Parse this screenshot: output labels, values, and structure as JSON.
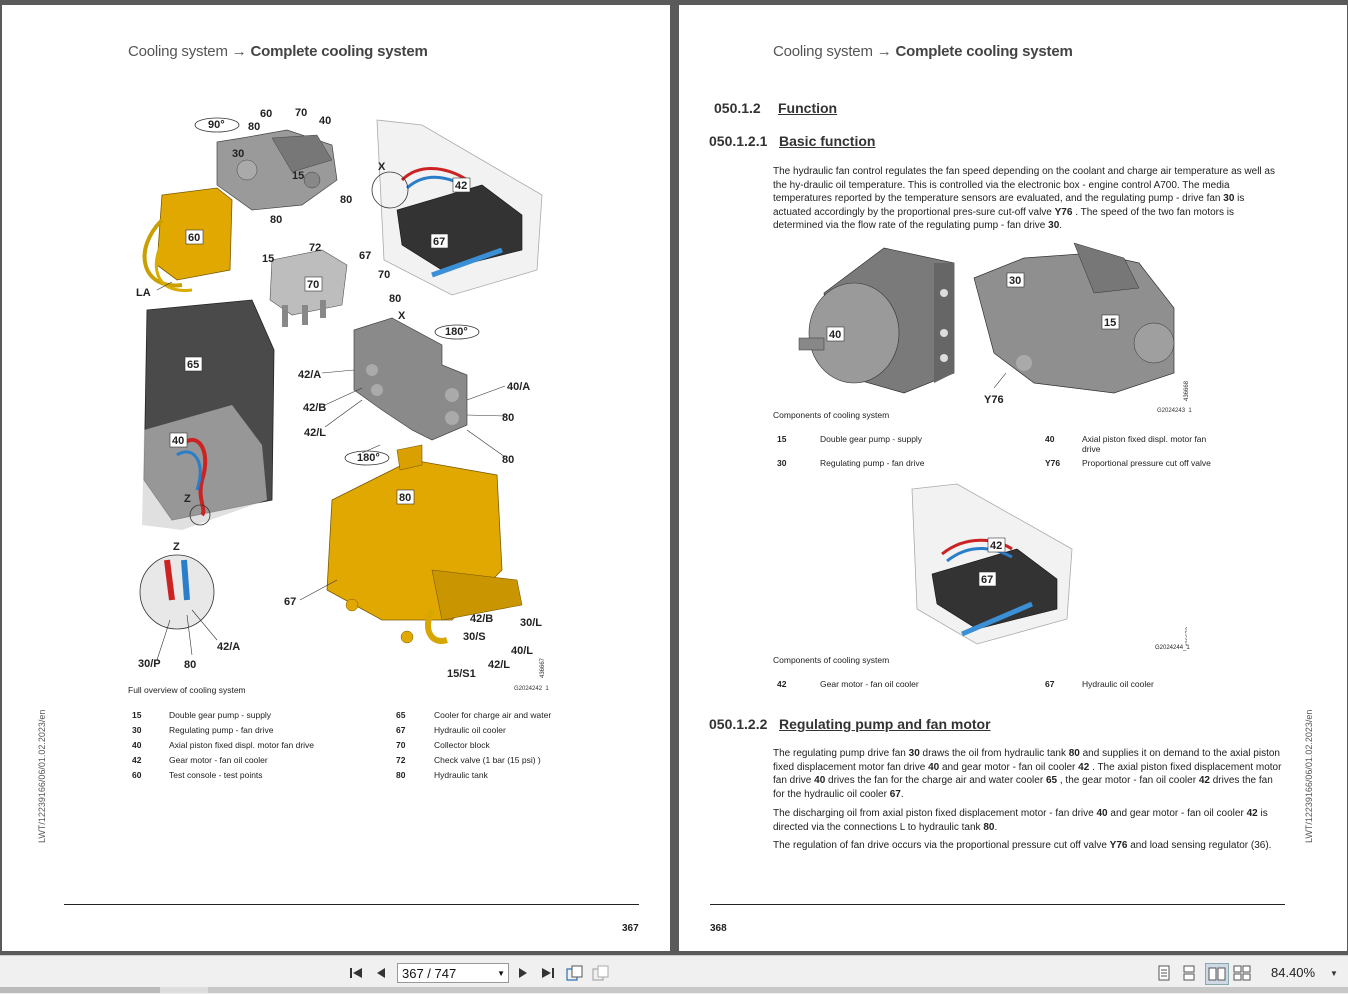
{
  "header": {
    "section": "Cooling system",
    "arrow": "→",
    "subsection": "Complete cooling system"
  },
  "side_text": "LWT/12239166/06/01.02.2023/en",
  "left_page": {
    "figure_labels": [
      "90°",
      "60",
      "70",
      "40",
      "80",
      "30",
      "15",
      "80",
      "80",
      "60",
      "72",
      "15",
      "67",
      "70",
      "70",
      "80",
      "LA",
      "X",
      "X",
      "42",
      "67",
      "180°",
      "42/A",
      "40/A",
      "42/B",
      "80",
      "42/L",
      "80",
      "65",
      "40",
      "180°",
      "80",
      "Z",
      "Z",
      "67",
      "42/B",
      "30/L",
      "30/S",
      "40/L",
      "42/L",
      "15/S1",
      "30/P",
      "80",
      "42/A"
    ],
    "figure_id": "G2024242_1",
    "figure_ref": "436667",
    "caption": "Full overview of cooling system",
    "legend": [
      {
        "n1": "15",
        "t1": "Double gear pump - supply",
        "n2": "65",
        "t2": "Cooler for charge air and water"
      },
      {
        "n1": "30",
        "t1": "Regulating pump - fan drive",
        "n2": "67",
        "t2": "Hydraulic oil cooler"
      },
      {
        "n1": "40",
        "t1": "Axial piston fixed displ. motor fan drive",
        "n2": "70",
        "t2": "Collector block"
      },
      {
        "n1": "42",
        "t1": "Gear motor - fan oil cooler",
        "n2": "72",
        "t2": "Check valve (1 bar (15 psi) )"
      },
      {
        "n1": "60",
        "t1": "Test console - test points",
        "n2": "80",
        "t2": "Hydraulic tank"
      }
    ],
    "page_number": "367"
  },
  "right_page": {
    "sec1": {
      "num": "050.1.2",
      "title": "Function"
    },
    "sec2": {
      "num": "050.1.2.1",
      "title": "Basic function"
    },
    "para1": {
      "a": "The hydraulic fan control regulates the fan speed depending on the coolant and charge air temperature as well as the hy-draulic oil temperature. This is controlled via the electronic box - engine control A700. The media temperatures reported by the temperature sensors are evaluated, and the regulating pump - drive fan ",
      "b": "30",
      "c": " is actuated accordingly by the proportional pres-sure cut-off valve ",
      "d": "Y76",
      "e": " . The speed of the two fan motors is determined via the flow rate of the regulating pump - fan drive ",
      "f": "30",
      "g": "."
    },
    "fig1": {
      "labels": [
        "40",
        "30",
        "15",
        "Y76"
      ],
      "id": "G2024243_1",
      "ref": "436668",
      "caption": "Components of cooling system"
    },
    "legend1": [
      {
        "n1": "15",
        "t1": "Double gear pump - supply",
        "n2": "40",
        "t2": "Axial piston fixed displ. motor fan drive"
      },
      {
        "n1": "30",
        "t1": "Regulating pump - fan drive",
        "n2": "Y76",
        "t2": "Proportional pressure cut off valve"
      }
    ],
    "fig2": {
      "labels": [
        "42",
        "67"
      ],
      "id": "G2024244_1",
      "ref": "436672",
      "caption": "Components of cooling system"
    },
    "legend2": [
      {
        "n1": "42",
        "t1": "Gear motor - fan oil cooler",
        "n2": "67",
        "t2": "Hydraulic oil cooler"
      }
    ],
    "sec3": {
      "num": "050.1.2.2",
      "title": "Regulating pump and fan motor"
    },
    "para2": {
      "p1": "The regulating pump drive fan ",
      "b1": "30",
      "p2": " draws the oil from hydraulic tank ",
      "b2": "80",
      "p3": " and supplies it on demand to the axial piston fixed displacement motor fan drive ",
      "b3": "40",
      "p4": " and gear motor - fan oil cooler ",
      "b4": "42",
      "p5": " . The axial piston fixed displacement motor fan drive ",
      "b5": "40",
      "p6": " drives the fan for the charge air and water cooler ",
      "b6": "65",
      "p7": " , the gear motor - fan oil cooler ",
      "b7": "42",
      "p8": " drives the fan for the hydraulic oil cooler ",
      "b8": "67",
      "p9": "."
    },
    "para3": {
      "p1": "The discharging oil from axial piston fixed displacement motor - fan drive ",
      "b1": "40",
      "p2": " and gear motor - fan oil cooler ",
      "b2": "42",
      "p3": " is directed via the connections L to hydraulic tank ",
      "b3": "80",
      "p4": "."
    },
    "para4": {
      "p1": "The regulation of fan drive occurs via the proportional pressure cut off valve ",
      "b1": "Y76",
      "p2": " and load sensing regulator (36)."
    },
    "page_number": "368"
  },
  "toolbar": {
    "page_field": "367 / 747",
    "zoom": "84.40%"
  },
  "colors": {
    "accent_yellow": "#e0a800",
    "background": "#5a5a5a",
    "page": "#ffffff"
  }
}
